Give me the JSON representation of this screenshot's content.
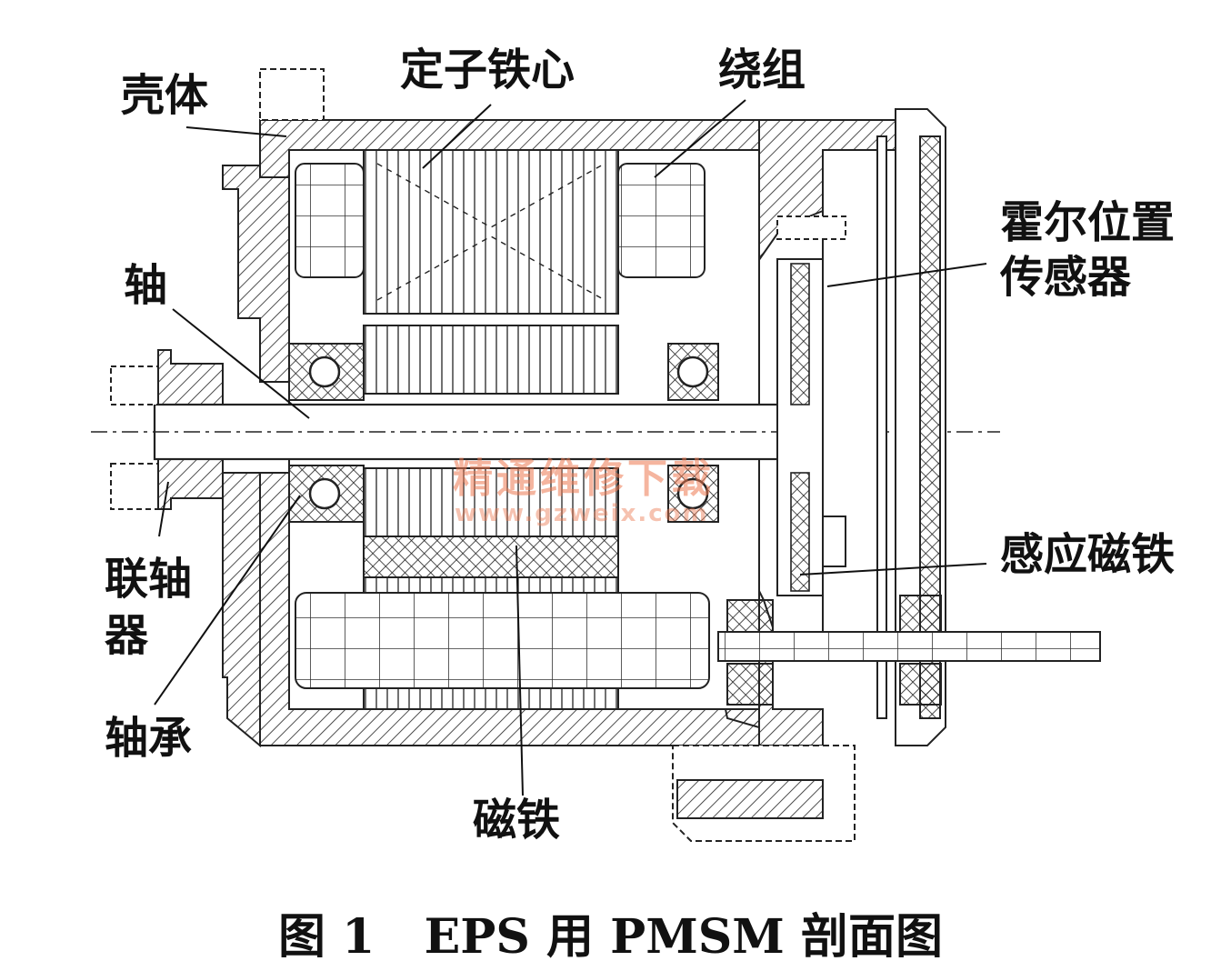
{
  "labels": {
    "housing": "壳体",
    "stator_core": "定子铁心",
    "winding": "绕组",
    "hall_sensor_line1": "霍尔位置",
    "hall_sensor_line2": "传感器",
    "shaft": "轴",
    "coupling_line1": "联轴",
    "coupling_line2": "器",
    "bearing": "轴承",
    "induction_magnet": "感应磁铁",
    "magnet": "磁铁"
  },
  "caption": "图 1   EPS 用 PMSM 剖面图",
  "watermark": {
    "text": "精通维修下载",
    "url": "www.gzweix.com"
  }
}
